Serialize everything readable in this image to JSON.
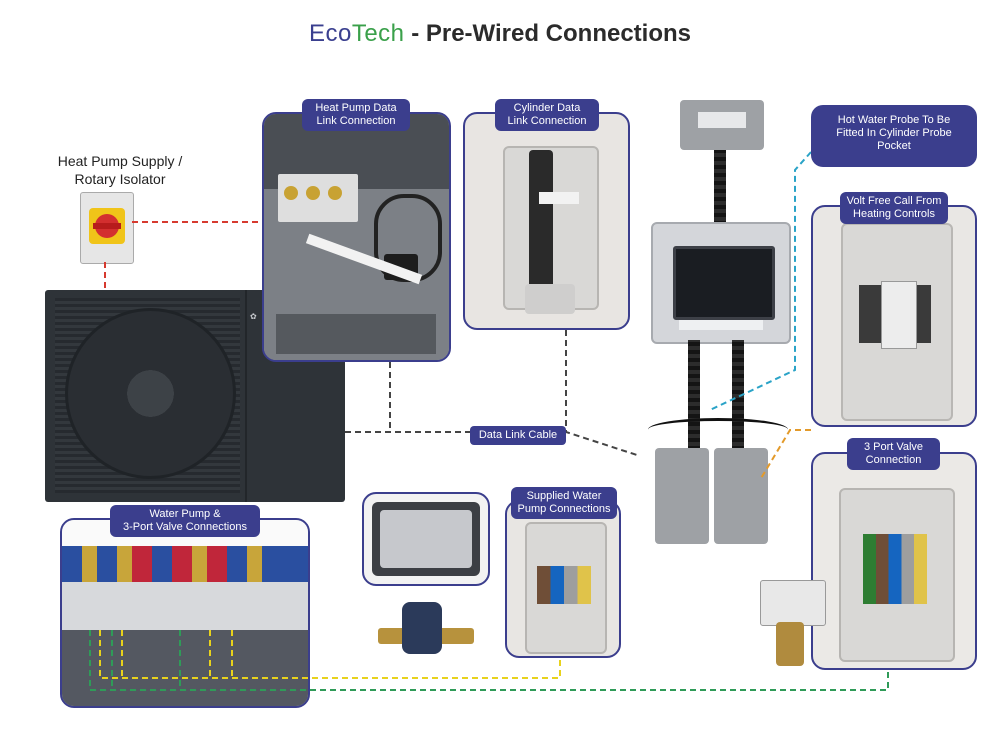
{
  "title": {
    "brand_eco": "Eco",
    "brand_tech": "Tech",
    "rest": " - Pre-Wired Connections"
  },
  "labels": {
    "supply": "Heat Pump Supply /\nRotary Isolator",
    "hp_data": "Heat Pump Data\nLink Connection",
    "cyl_data": "Cylinder Data\nLink Connection",
    "hot_water": "Hot Water Probe To Be\nFitted In Cylinder Probe\nPocket",
    "volt_free": "Volt Free Call From\nHeating Controls",
    "valve3": "3 Port Valve\nConnection",
    "data_cable": "Data Link Cable",
    "water_pump": "Water Pump &\n3-Port Valve Connections",
    "supplied_pump": "Supplied Water\nPump Connections"
  },
  "colors": {
    "label_bg": "#3b3e8d",
    "red_line": "#d63a2f",
    "blue_line": "#2aa3c7",
    "orange_line": "#e39a2a",
    "yellow_line": "#e8d21c",
    "green_line": "#2f9b58",
    "gray_line": "#444444"
  }
}
